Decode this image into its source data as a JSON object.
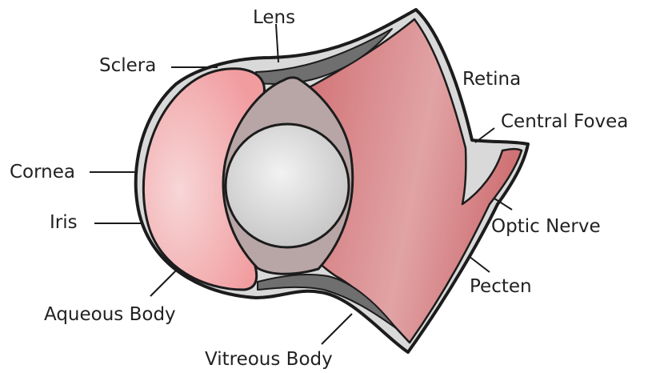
{
  "labels": {
    "lens": "Lens",
    "sclera": "Sclera",
    "retina": "Retina",
    "central_fovea": "Central Fovea",
    "cornea": "Cornea",
    "iris": "Iris",
    "optic_nerve": "Optic Nerve",
    "aqueous_body": "Aqueous Body",
    "pecten": "Pecten",
    "vitreous_body": "Vitreous Body"
  },
  "colors": {
    "outline": "#1c1c1c",
    "sclera_fill": "#d9d9d9",
    "aqueous_fill": "#f4a9ab",
    "vitreous_fill": "#d77e80",
    "ring_fill": "#b8a6a6",
    "lens_fill": "#d3d3d3",
    "dark_band": "#6f6f6f"
  }
}
